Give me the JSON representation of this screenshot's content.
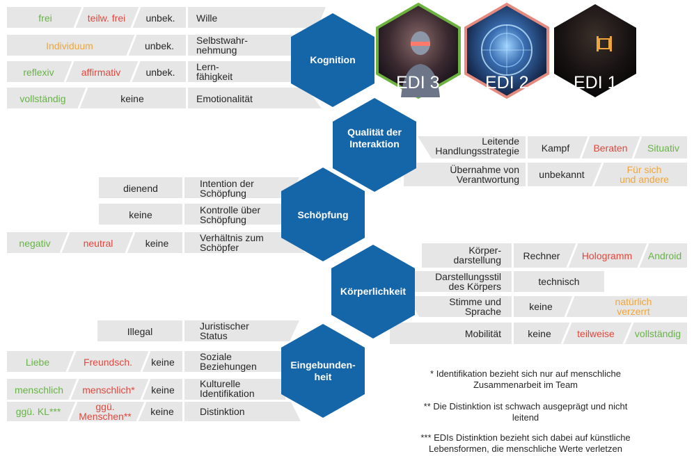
{
  "hexagons": {
    "kognition": "Kognition",
    "qualitaet": [
      "Qualität der",
      "Interaktion"
    ],
    "schoepfung": "Schöpfung",
    "koerper": "Körperlichkeit",
    "eingebunden": [
      "Eingebunden-",
      "heit"
    ]
  },
  "edi": [
    "EDI 3",
    "EDI 2",
    "EDI 1"
  ],
  "colors": {
    "green": "#67b346",
    "red": "#e0473d",
    "orange": "#f0a63b",
    "hex_blue": "#1565a9",
    "box_gray": "#e6e6e6"
  },
  "kognition_rows": [
    {
      "values": [
        "frei",
        "teilw. frei",
        "unbek."
      ],
      "label": [
        "Wille"
      ]
    },
    {
      "values": [
        "Individuum",
        "unbek."
      ],
      "label": [
        "Selbstwahr-",
        "nehmung"
      ]
    },
    {
      "values": [
        "reflexiv",
        "affirmativ",
        "unbek."
      ],
      "label": [
        "Lern-",
        "fähigkeit"
      ]
    },
    {
      "values": [
        "vollständig",
        "keine"
      ],
      "label": [
        "Emotionalität"
      ]
    }
  ],
  "interaktion_rows": [
    {
      "label": [
        "Leitende",
        "Handlungsstrategie"
      ],
      "values": [
        "Kampf",
        "Beraten",
        "Situativ"
      ]
    },
    {
      "label": [
        "Übernahme von",
        "Verantwortung"
      ],
      "values": [
        "unbekannt",
        "Für sich",
        "und andere"
      ]
    }
  ],
  "schoepfung_rows": [
    {
      "values": [
        "dienend"
      ],
      "label": [
        "Intention der",
        "Schöpfung"
      ]
    },
    {
      "values": [
        "keine"
      ],
      "label": [
        "Kontrolle über",
        "Schöpfung"
      ]
    },
    {
      "values": [
        "negativ",
        "neutral",
        "keine"
      ],
      "label": [
        "Verhältnis zum",
        "Schöpfer"
      ]
    }
  ],
  "koerper_rows": [
    {
      "label": [
        "Körper-",
        "darstellung"
      ],
      "values": [
        "Rechner",
        "Hologramm",
        "Android"
      ]
    },
    {
      "label": [
        "Darstellungsstil",
        "des Körpers"
      ],
      "values": [
        "technisch"
      ]
    },
    {
      "label": [
        "Stimme und",
        "Sprache"
      ],
      "values": [
        "keine",
        "natürlich",
        "verzerrt"
      ]
    },
    {
      "label": [
        "Mobilität"
      ],
      "values": [
        "keine",
        "teilweise",
        "vollständig"
      ]
    }
  ],
  "eingebunden_rows": [
    {
      "values": [
        "Illegal"
      ],
      "label": [
        "Juristischer",
        "Status"
      ]
    },
    {
      "values": [
        "Liebe",
        "Freundsch.",
        "keine"
      ],
      "label": [
        "Soziale",
        "Beziehungen"
      ]
    },
    {
      "values": [
        "menschlich",
        "menschlich*",
        "keine"
      ],
      "label": [
        "Kulturelle",
        "Identifikation"
      ]
    },
    {
      "values": [
        "ggü. KL***",
        "ggü.",
        "Menschen**",
        "keine"
      ],
      "label": [
        "Distinktion"
      ]
    }
  ],
  "notes": [
    [
      "* Identifikation bezieht sich nur auf menschliche",
      "Zusammenarbeit im Team"
    ],
    [
      "** Die Distinktion ist schwach ausgeprägt und nicht",
      "leitend"
    ],
    [
      "*** EDIs Distinktion bezieht sich dabei auf künstliche",
      "Lebensformen, die menschliche Werte verletzen"
    ]
  ]
}
